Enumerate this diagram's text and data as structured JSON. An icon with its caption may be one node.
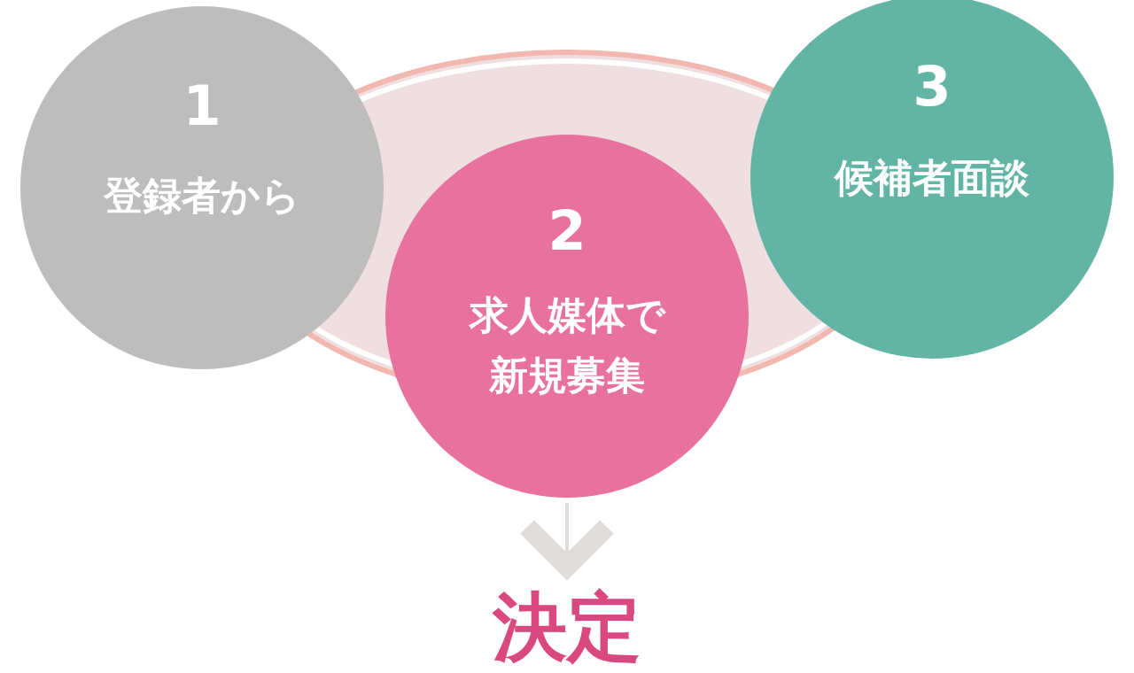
{
  "diagram": {
    "nodes": [
      {
        "text": [
          "1",
          "登録者から"
        ]
      },
      {
        "text": [
          "2",
          "求人媒体で新規募集"
        ]
      },
      {
        "text": [
          "3",
          "候補者面談"
        ]
      },
      {
        "text": [
          "決定"
        ]
      }
    ],
    "edges": [
      {
        "from": 1,
        "to": 3,
        "arrow": "to"
      }
    ]
  }
}
